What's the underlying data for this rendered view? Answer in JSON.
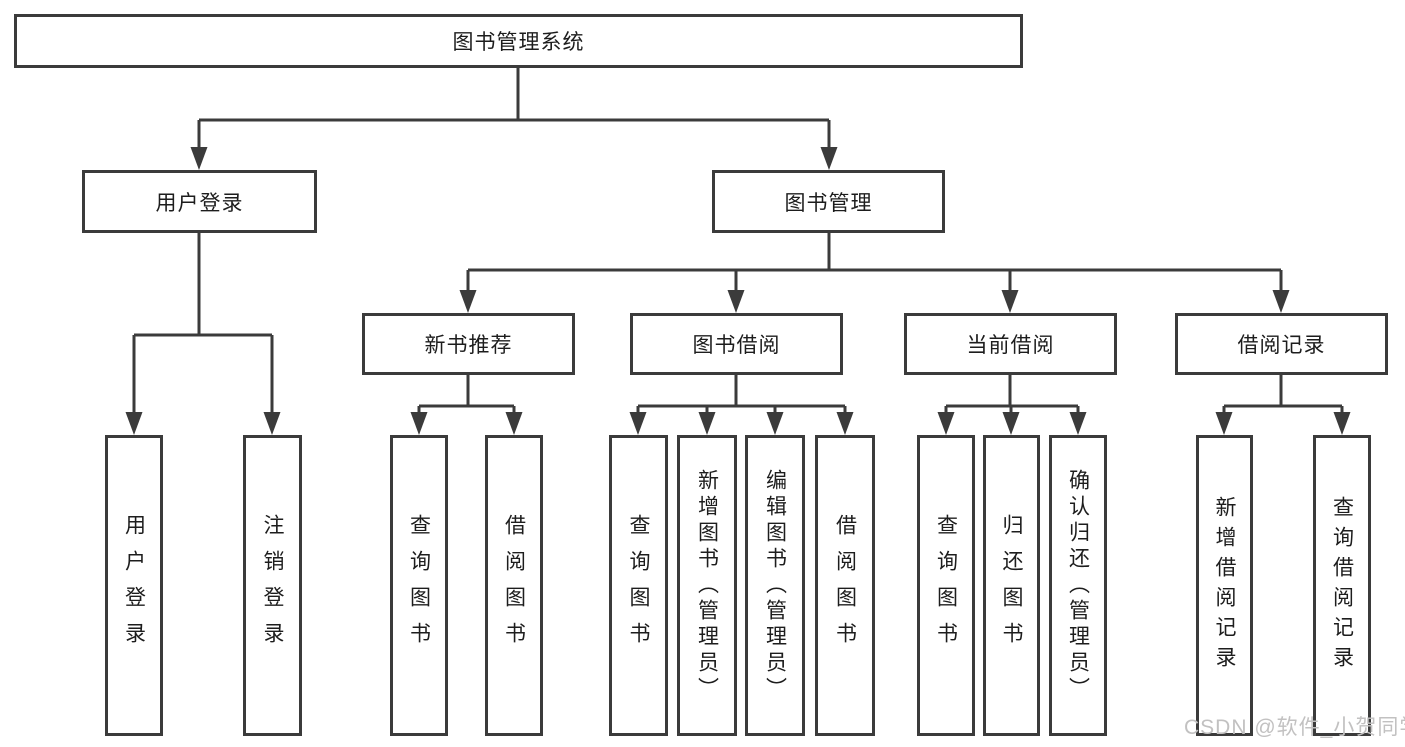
{
  "diagram_title": "图书管理系统",
  "tree": {
    "label": "图书管理系统",
    "children": [
      {
        "label": "用户登录",
        "children": [
          {
            "label": "用户登录"
          },
          {
            "label": "注销登录"
          }
        ]
      },
      {
        "label": "图书管理",
        "children": [
          {
            "label": "新书推荐",
            "children": [
              {
                "label": "查询图书"
              },
              {
                "label": "借阅图书"
              }
            ]
          },
          {
            "label": "图书借阅",
            "children": [
              {
                "label": "查询图书"
              },
              {
                "label": "新增图书（管理员）"
              },
              {
                "label": "编辑图书（管理员）"
              },
              {
                "label": "借阅图书"
              }
            ]
          },
          {
            "label": "当前借阅",
            "children": [
              {
                "label": "查询图书"
              },
              {
                "label": "归还图书"
              },
              {
                "label": "确认归还（管理员）"
              }
            ]
          },
          {
            "label": "借阅记录",
            "children": [
              {
                "label": "新增借阅记录"
              },
              {
                "label": "查询借阅记录"
              }
            ]
          }
        ]
      }
    ]
  },
  "watermark": "CSDN @软件_小贺同学",
  "colors": {
    "line": "#3b3b3b",
    "text": "#1d1d1d",
    "background": "#ffffff",
    "watermark": "#c2c1c1"
  }
}
